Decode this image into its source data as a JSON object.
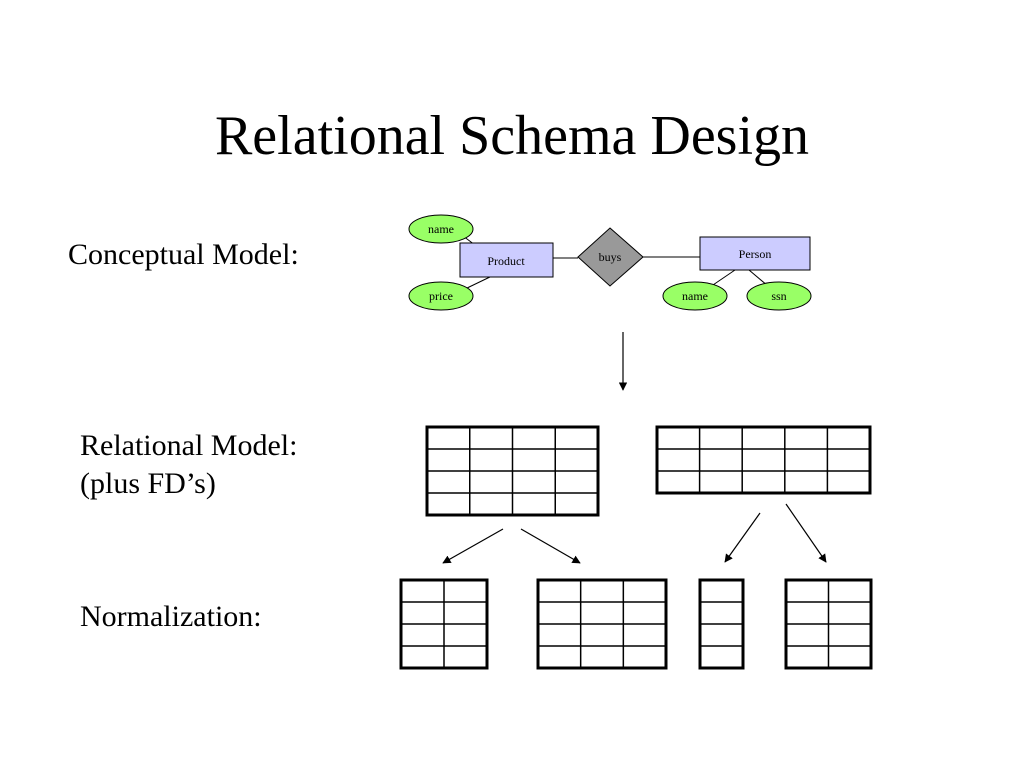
{
  "title": "Relational Schema Design",
  "labels": {
    "conceptual": "Conceptual Model:",
    "relational_line1": "Relational Model:",
    "relational_line2": "(plus FD’s)",
    "normalization": "Normalization:"
  },
  "er_diagram": {
    "entities": {
      "product": "Product",
      "person": "Person"
    },
    "relationship": "buys",
    "attributes": {
      "product_name": "name",
      "product_price": "price",
      "person_name": "name",
      "person_ssn": "ssn"
    }
  },
  "colors": {
    "entity_fill": "#ccccff",
    "attribute_fill": "#99ff66",
    "relationship_fill": "#999999",
    "line": "#000000"
  },
  "relational_tables": [
    {
      "cols": 4,
      "rows": 4
    },
    {
      "cols": 5,
      "rows": 3
    }
  ],
  "normalized_tables": [
    {
      "cols": 2,
      "rows": 4
    },
    {
      "cols": 3,
      "rows": 4
    },
    {
      "cols": 1,
      "rows": 4
    },
    {
      "cols": 2,
      "rows": 4
    }
  ]
}
